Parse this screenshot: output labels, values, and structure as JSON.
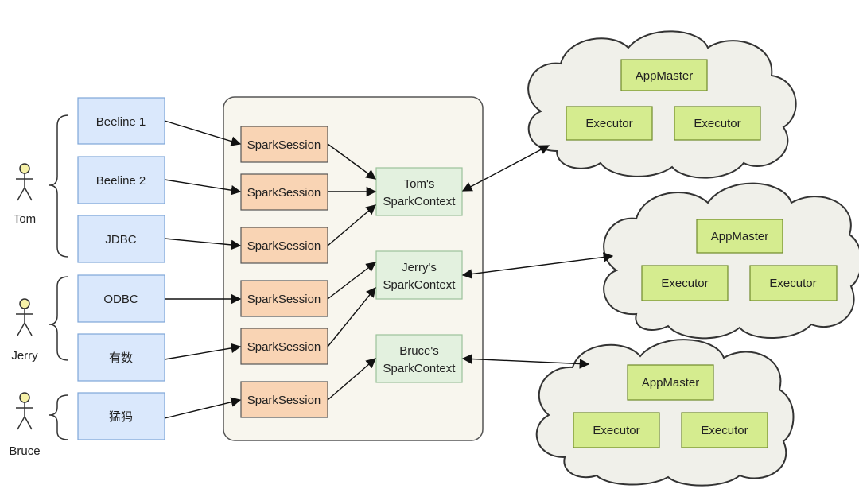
{
  "users": [
    {
      "id": "tom",
      "name": "Tom"
    },
    {
      "id": "jerry",
      "name": "Jerry"
    },
    {
      "id": "bruce",
      "name": "Bruce"
    }
  ],
  "clients": [
    {
      "id": "beeline1",
      "label": "Beeline 1"
    },
    {
      "id": "beeline2",
      "label": "Beeline 2"
    },
    {
      "id": "jdbc",
      "label": "JDBC"
    },
    {
      "id": "odbc",
      "label": "ODBC"
    },
    {
      "id": "youshu",
      "label": "有数"
    },
    {
      "id": "mengma",
      "label": "猛犸"
    }
  ],
  "sessions": [
    {
      "label": "SparkSession"
    },
    {
      "label": "SparkSession"
    },
    {
      "label": "SparkSession"
    },
    {
      "label": "SparkSession"
    },
    {
      "label": "SparkSession"
    },
    {
      "label": "SparkSession"
    }
  ],
  "contexts": [
    {
      "line1": "Tom's",
      "line2": "SparkContext"
    },
    {
      "line1": "Jerry's",
      "line2": "SparkContext"
    },
    {
      "line1": "Bruce's",
      "line2": "SparkContext"
    }
  ],
  "clusters": [
    {
      "master": "AppMaster",
      "executors": [
        "Executor",
        "Executor"
      ]
    },
    {
      "master": "AppMaster",
      "executors": [
        "Executor",
        "Executor"
      ]
    },
    {
      "master": "AppMaster",
      "executors": [
        "Executor",
        "Executor"
      ]
    }
  ],
  "colors": {
    "client_fill": "#dae8fc",
    "client_stroke": "#7ea6d8",
    "session_fill": "#f9d4b4",
    "session_stroke": "#555555",
    "context_fill": "#e3f1df",
    "context_stroke": "#9bc29a",
    "master_fill": "#d5ec8f",
    "master_stroke": "#6f8a2a",
    "cloud_fill": "#f0f0ea",
    "cloud_stroke": "#333333",
    "actor_fill": "#f7f2a8",
    "actor_stroke": "#333333",
    "container_fill": "#f8f6ee",
    "container_stroke": "#555555"
  }
}
